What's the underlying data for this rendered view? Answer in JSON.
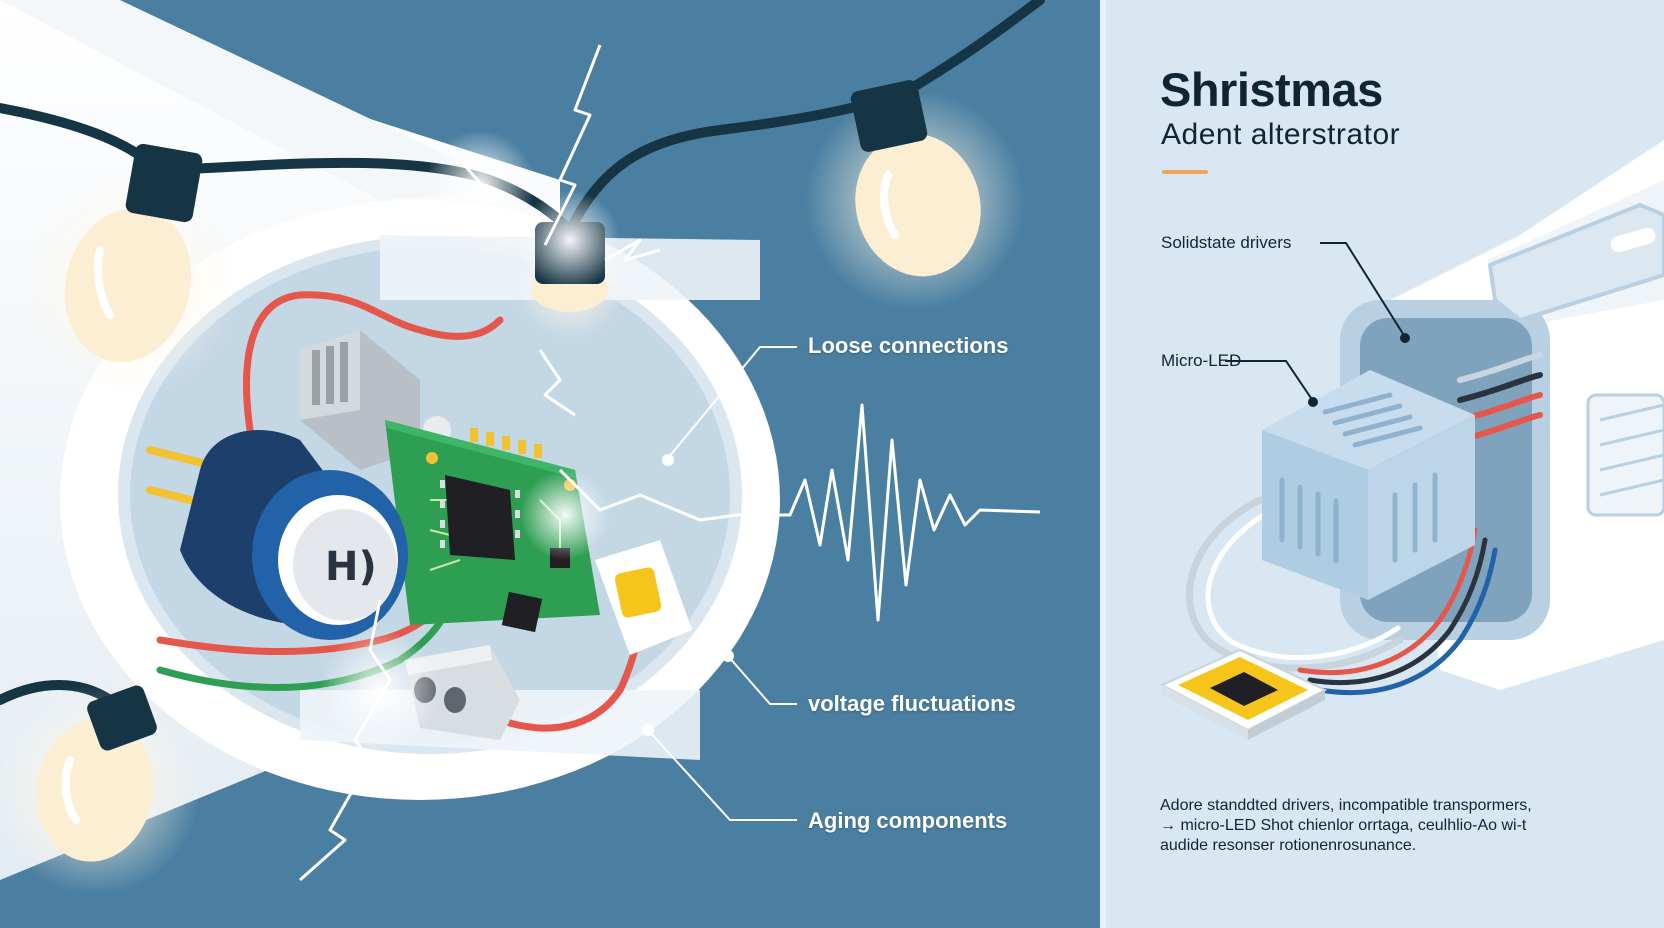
{
  "title": "Shristmas",
  "subtitle": "Adent alterstrator",
  "left_labels": {
    "loose": "Loose connections",
    "voltage": "voltage fluctuations",
    "aging": "Aging components"
  },
  "capacitor_marking": "H)",
  "right_labels": {
    "solidstate": "Solidstate drivers",
    "microled": "Micro-LED"
  },
  "description": {
    "line1": "Adore standdted drivers, incompatible transpormers,",
    "line2": "→ micro-LED Shot chienlor orrtaga, ceulhlio-Ao wi-t",
    "line3": "audide resonser rotionenrosunance."
  },
  "colors": {
    "left_bg": "#4a7fa1",
    "right_bg": "#d9e7f2",
    "pcb": "#2e9e53",
    "capacitor": "#2262a8",
    "accent": "#f0a65a",
    "wire_red": "#e4574a",
    "wire_green": "#2e9e53",
    "bulb": "#fbeed2",
    "cable": "#163544"
  }
}
